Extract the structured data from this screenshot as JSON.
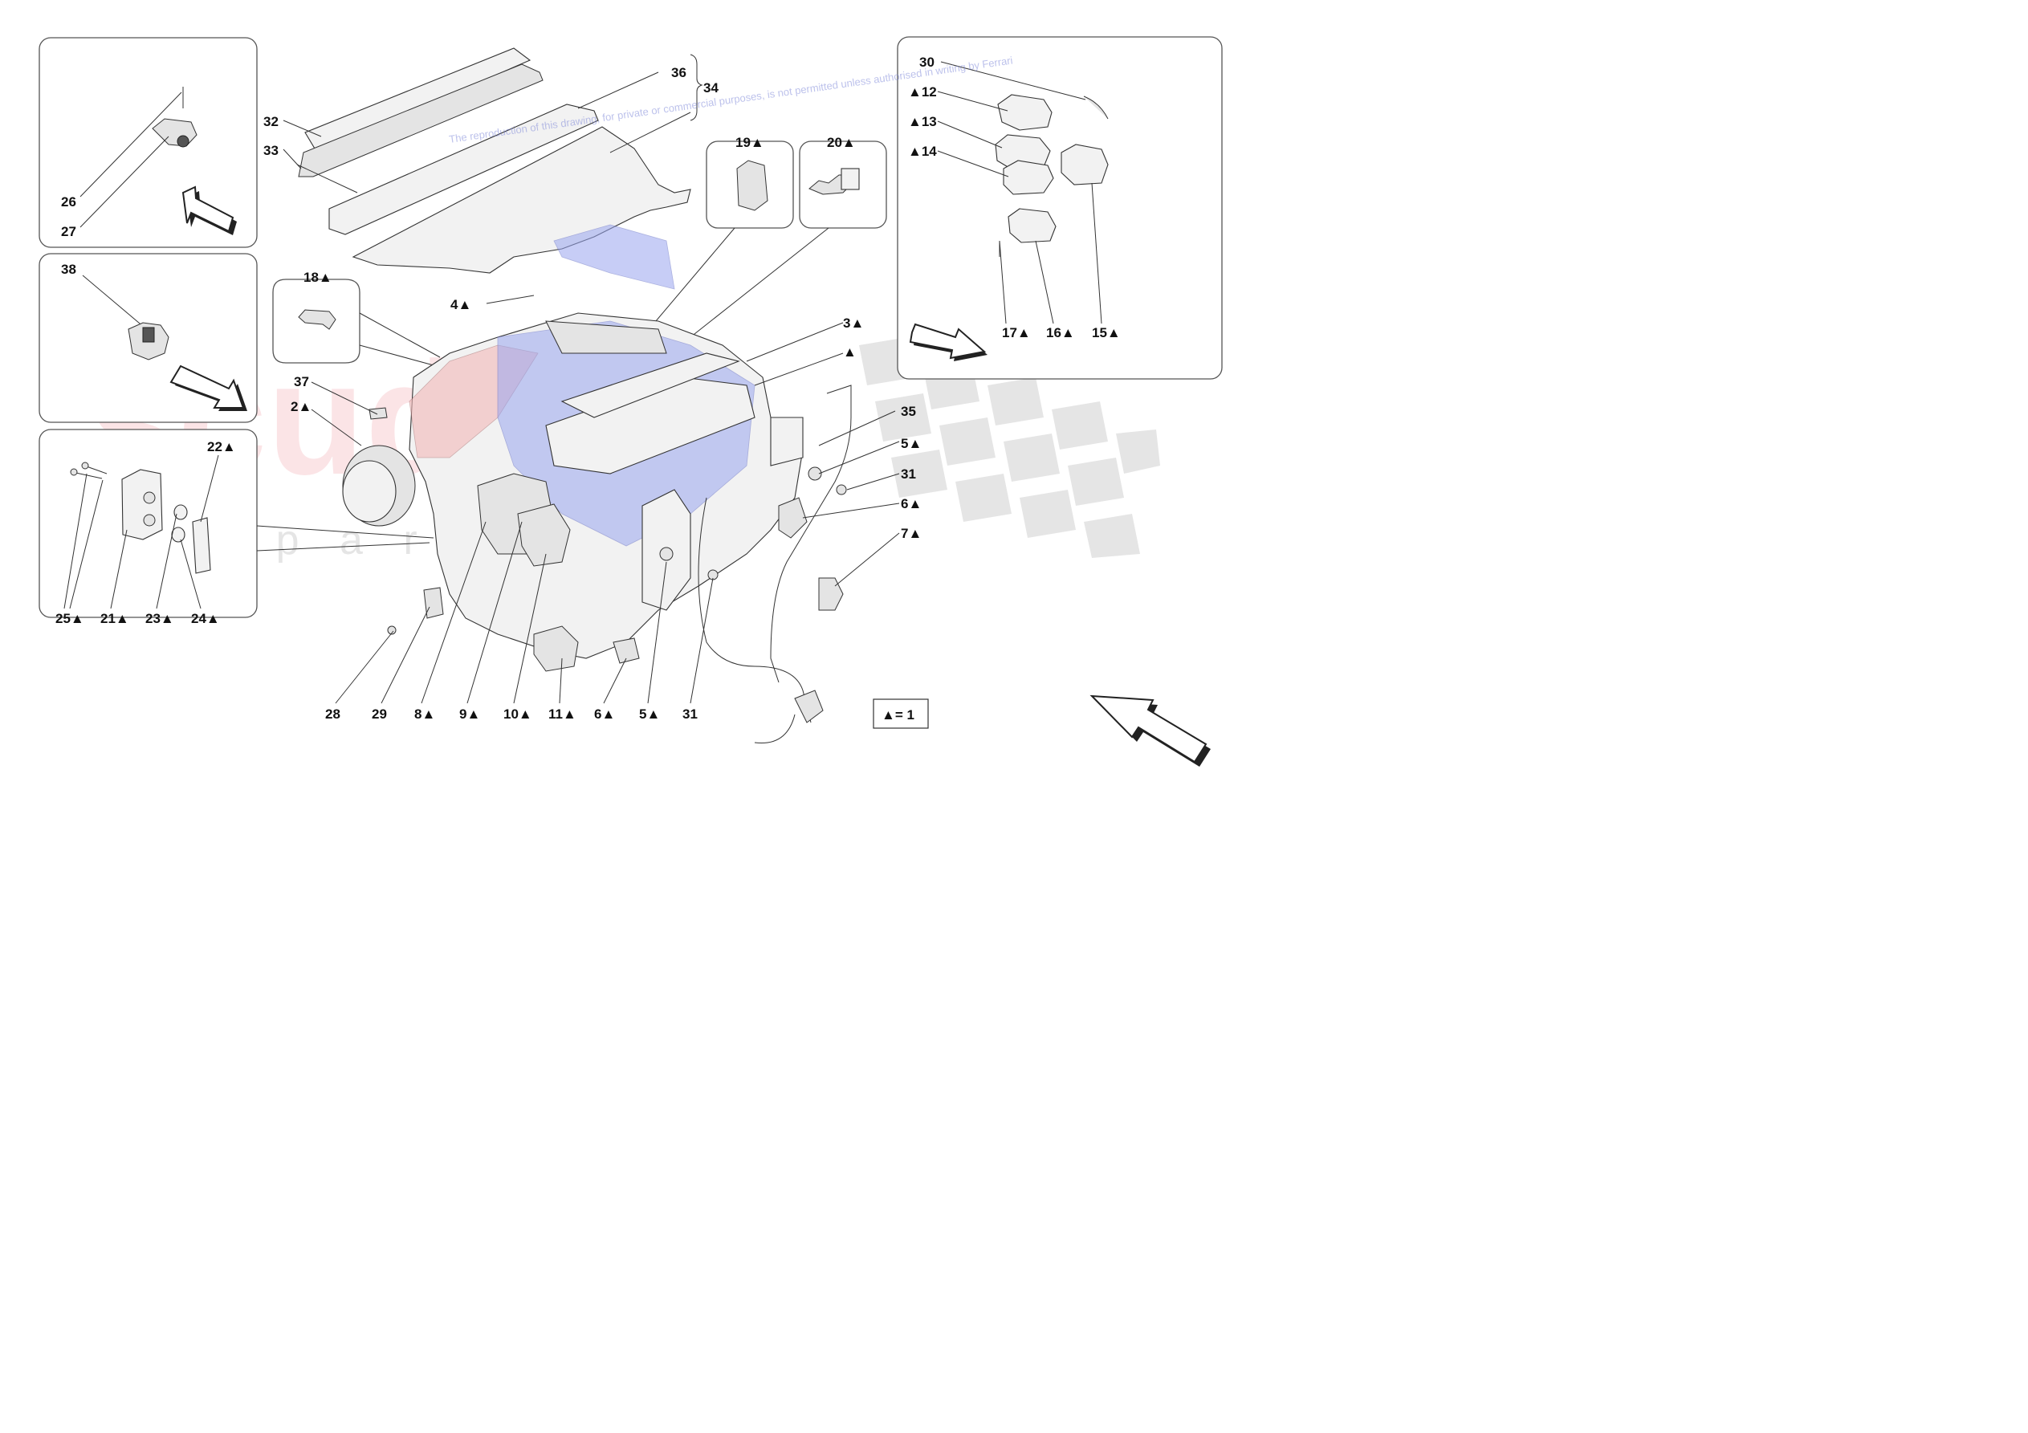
{
  "diagram": {
    "watermark": {
      "brand": "scuderia",
      "tagline": "c a r   p a r t s",
      "notice": "The reproduction of this drawing, for private or commercial purposes, is not permitted unless authorised in writing by Ferrari"
    },
    "legend": {
      "text": "▲= 1"
    },
    "callouts": [
      {
        "id": "c2",
        "text": "2▲"
      },
      {
        "id": "c3",
        "text": "3▲"
      },
      {
        "id": "c3b",
        "text": "▲"
      },
      {
        "id": "c4",
        "text": "4▲"
      },
      {
        "id": "c5a",
        "text": "5▲"
      },
      {
        "id": "c5b",
        "text": "5▲"
      },
      {
        "id": "c6a",
        "text": "6▲"
      },
      {
        "id": "c6b",
        "text": "6▲"
      },
      {
        "id": "c7",
        "text": "7▲"
      },
      {
        "id": "c8",
        "text": "8▲"
      },
      {
        "id": "c9",
        "text": "9▲"
      },
      {
        "id": "c10",
        "text": "10▲"
      },
      {
        "id": "c11",
        "text": "11▲"
      },
      {
        "id": "c12",
        "text": "▲12"
      },
      {
        "id": "c13",
        "text": "▲13"
      },
      {
        "id": "c14",
        "text": "▲14"
      },
      {
        "id": "c15",
        "text": "15▲"
      },
      {
        "id": "c16",
        "text": "16▲"
      },
      {
        "id": "c17",
        "text": "17▲"
      },
      {
        "id": "c18",
        "text": "18▲"
      },
      {
        "id": "c19",
        "text": "19▲"
      },
      {
        "id": "c20",
        "text": "20▲"
      },
      {
        "id": "c21",
        "text": "21▲"
      },
      {
        "id": "c22",
        "text": "22▲"
      },
      {
        "id": "c23",
        "text": "23▲"
      },
      {
        "id": "c24",
        "text": "24▲"
      },
      {
        "id": "c25",
        "text": "25▲"
      },
      {
        "id": "c26",
        "text": "26"
      },
      {
        "id": "c27",
        "text": "27"
      },
      {
        "id": "c28",
        "text": "28"
      },
      {
        "id": "c29",
        "text": "29"
      },
      {
        "id": "c30",
        "text": "30"
      },
      {
        "id": "c31a",
        "text": "31"
      },
      {
        "id": "c31b",
        "text": "31"
      },
      {
        "id": "c32",
        "text": "32"
      },
      {
        "id": "c33",
        "text": "33"
      },
      {
        "id": "c34",
        "text": "34"
      },
      {
        "id": "c35",
        "text": "35"
      },
      {
        "id": "c36",
        "text": "36"
      },
      {
        "id": "c37",
        "text": "37"
      },
      {
        "id": "c38",
        "text": "38"
      }
    ],
    "colors": {
      "ink": "#111111",
      "highlight_blue": "#9aa6f0",
      "highlight_pink": "#f2b9b9",
      "watermark_red": "#e63b4a"
    }
  }
}
